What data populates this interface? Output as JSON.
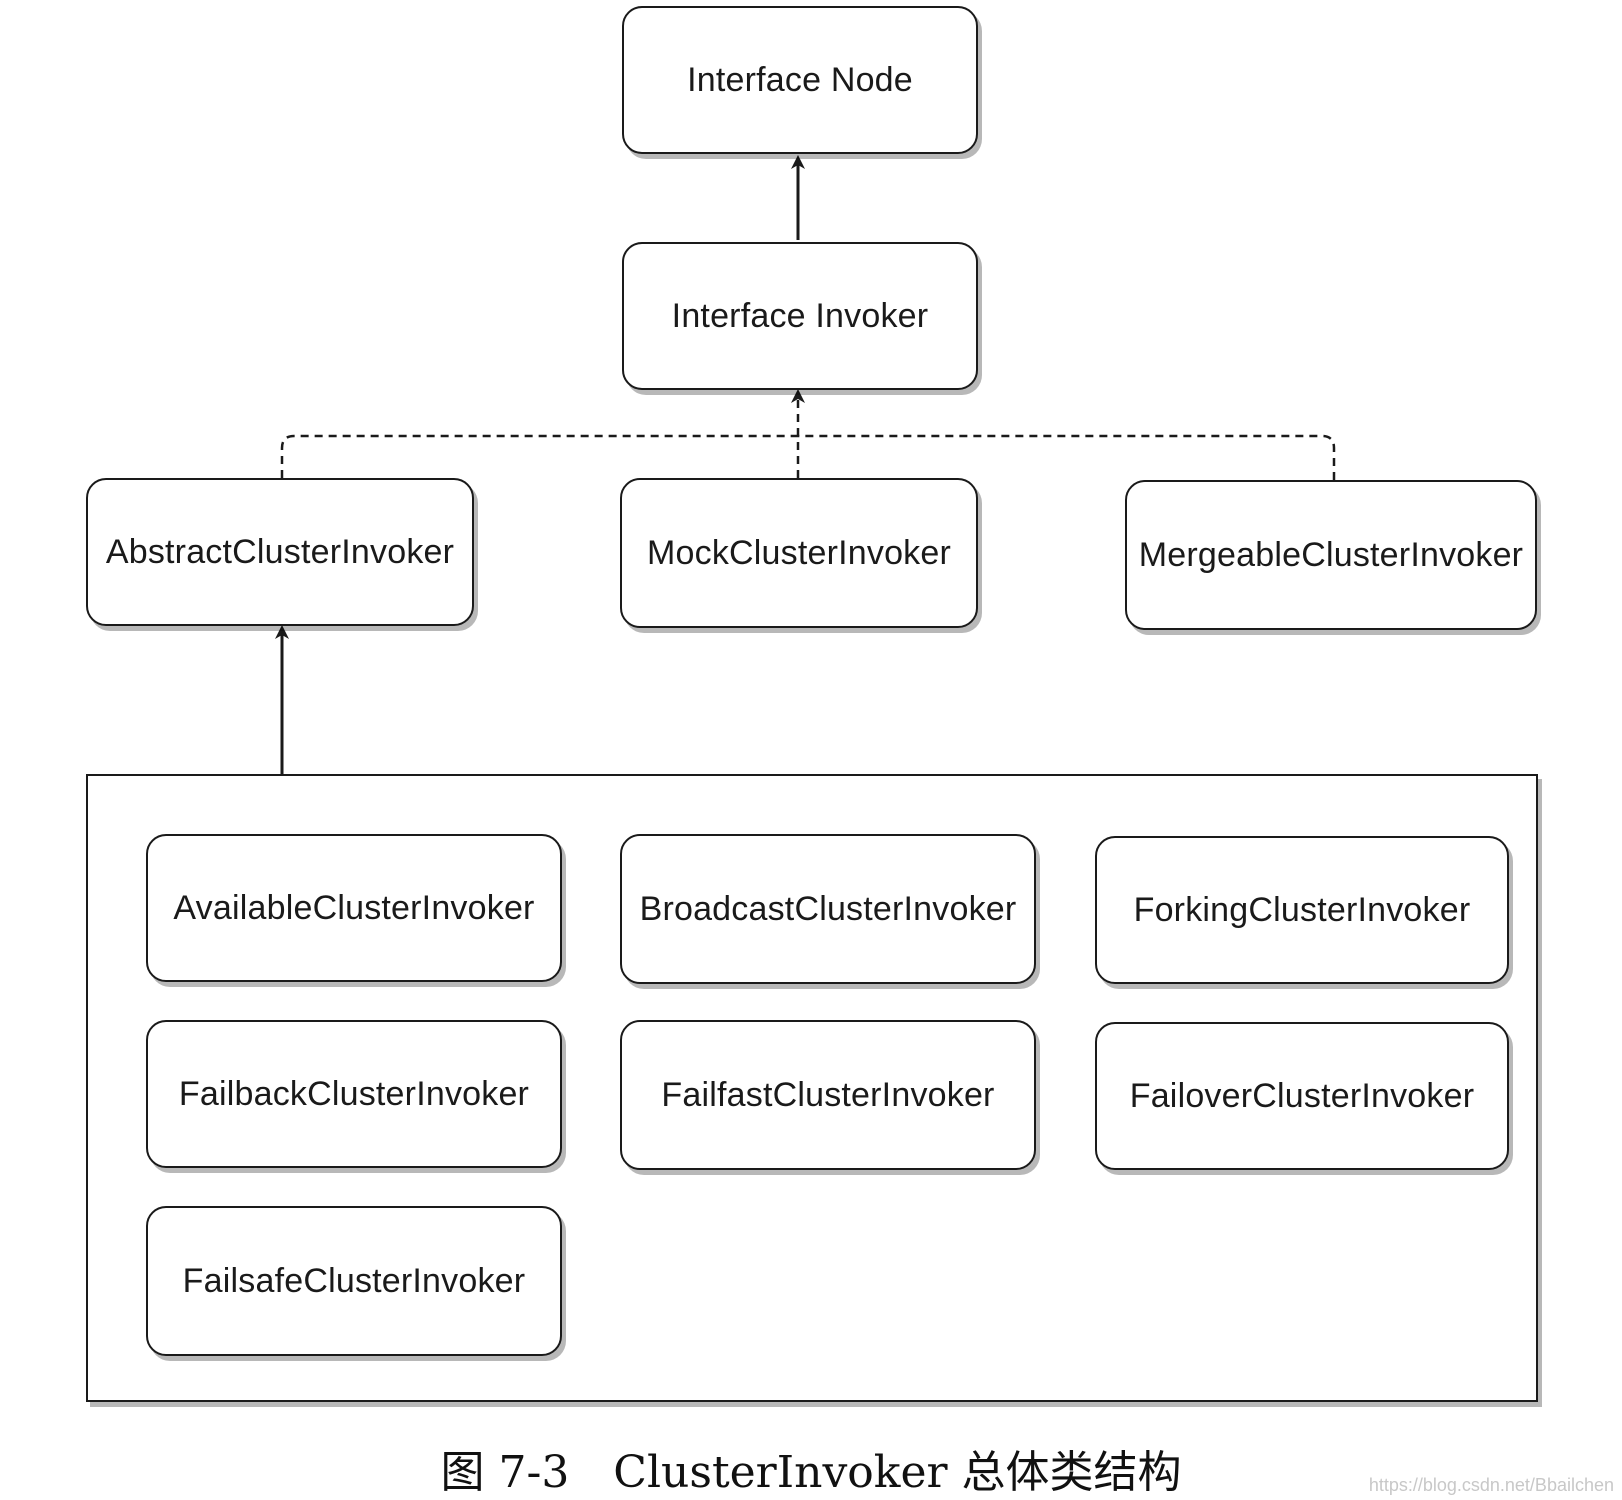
{
  "nodes": {
    "interface_node": "Interface Node",
    "interface_invoker": "Interface Invoker",
    "abstract_cluster_invoker": "AbstractClusterInvoker",
    "mock_cluster_invoker": "MockClusterInvoker",
    "mergeable_cluster_invoker": "MergeableClusterInvoker",
    "available_cluster_invoker": "AvailableClusterInvoker",
    "broadcast_cluster_invoker": "BroadcastClusterInvoker",
    "forking_cluster_invoker": "ForkingClusterInvoker",
    "failback_cluster_invoker": "FailbackClusterInvoker",
    "failfast_cluster_invoker": "FailfastClusterInvoker",
    "failover_cluster_invoker": "FailoverClusterInvoker",
    "failsafe_cluster_invoker": "FailsafeClusterInvoker"
  },
  "edges": [
    {
      "from": "interface_invoker",
      "to": "interface_node",
      "style": "solid"
    },
    {
      "from": "abstract_cluster_invoker",
      "to": "interface_invoker",
      "style": "dashed"
    },
    {
      "from": "mock_cluster_invoker",
      "to": "interface_invoker",
      "style": "dashed"
    },
    {
      "from": "mergeable_cluster_invoker",
      "to": "interface_invoker",
      "style": "dashed"
    },
    {
      "from": "subclass_group",
      "to": "abstract_cluster_invoker",
      "style": "solid"
    }
  ],
  "caption": "图 7-3　ClusterInvoker 总体类结构",
  "watermark": "https://blog.csdn.net/Bbailchen"
}
